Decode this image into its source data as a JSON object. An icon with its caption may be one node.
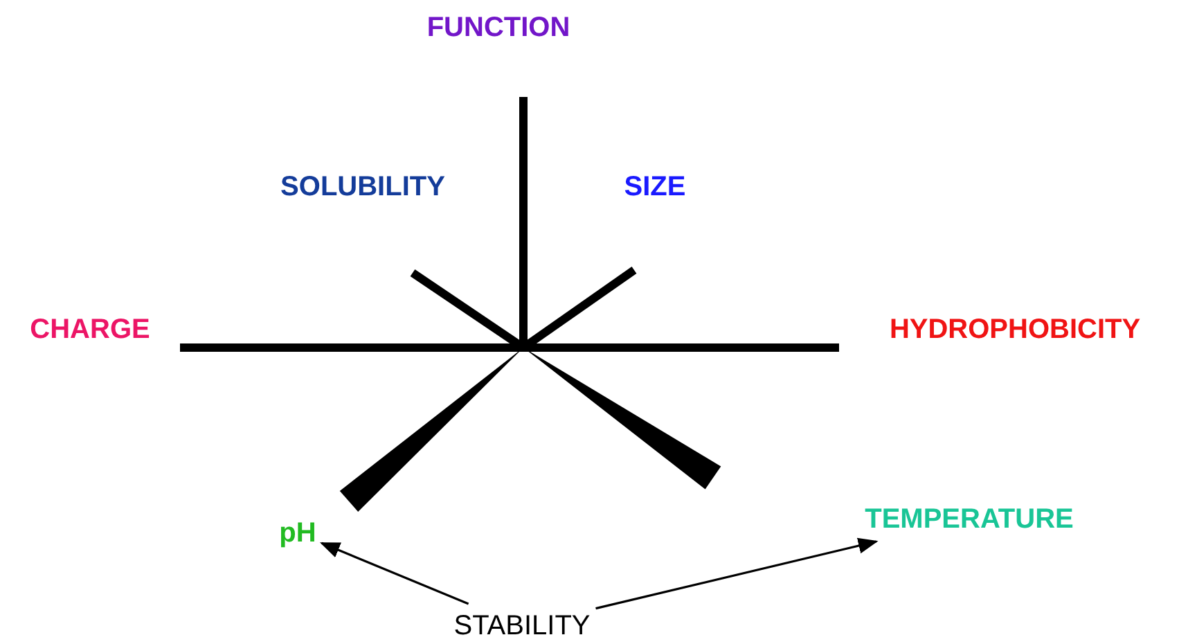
{
  "diagram": {
    "nodes": [
      {
        "text": [
          "FUNCTION"
        ]
      },
      {
        "text": [
          "SOLUBILITY"
        ]
      },
      {
        "text": [
          "SIZE"
        ]
      },
      {
        "text": [
          "CHARGE"
        ]
      },
      {
        "text": [
          "HYDROPHOBICITY"
        ]
      },
      {
        "text": [
          "pH"
        ]
      },
      {
        "text": [
          "TEMPERATURE"
        ]
      },
      {
        "text": [
          "STABILITY"
        ]
      }
    ],
    "edges": [
      {
        "from": 7,
        "to": 5,
        "arrow": "to"
      },
      {
        "from": 7,
        "to": 6,
        "arrow": "to"
      }
    ]
  }
}
